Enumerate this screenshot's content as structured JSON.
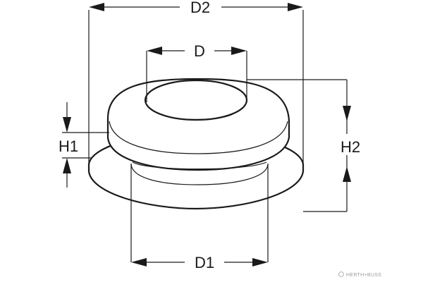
{
  "diagram": {
    "labels": {
      "d2": "D2",
      "d": "D",
      "h1": "H1",
      "h2": "H2",
      "d1": "D1"
    },
    "watermark": "HERTH+BUSS"
  }
}
